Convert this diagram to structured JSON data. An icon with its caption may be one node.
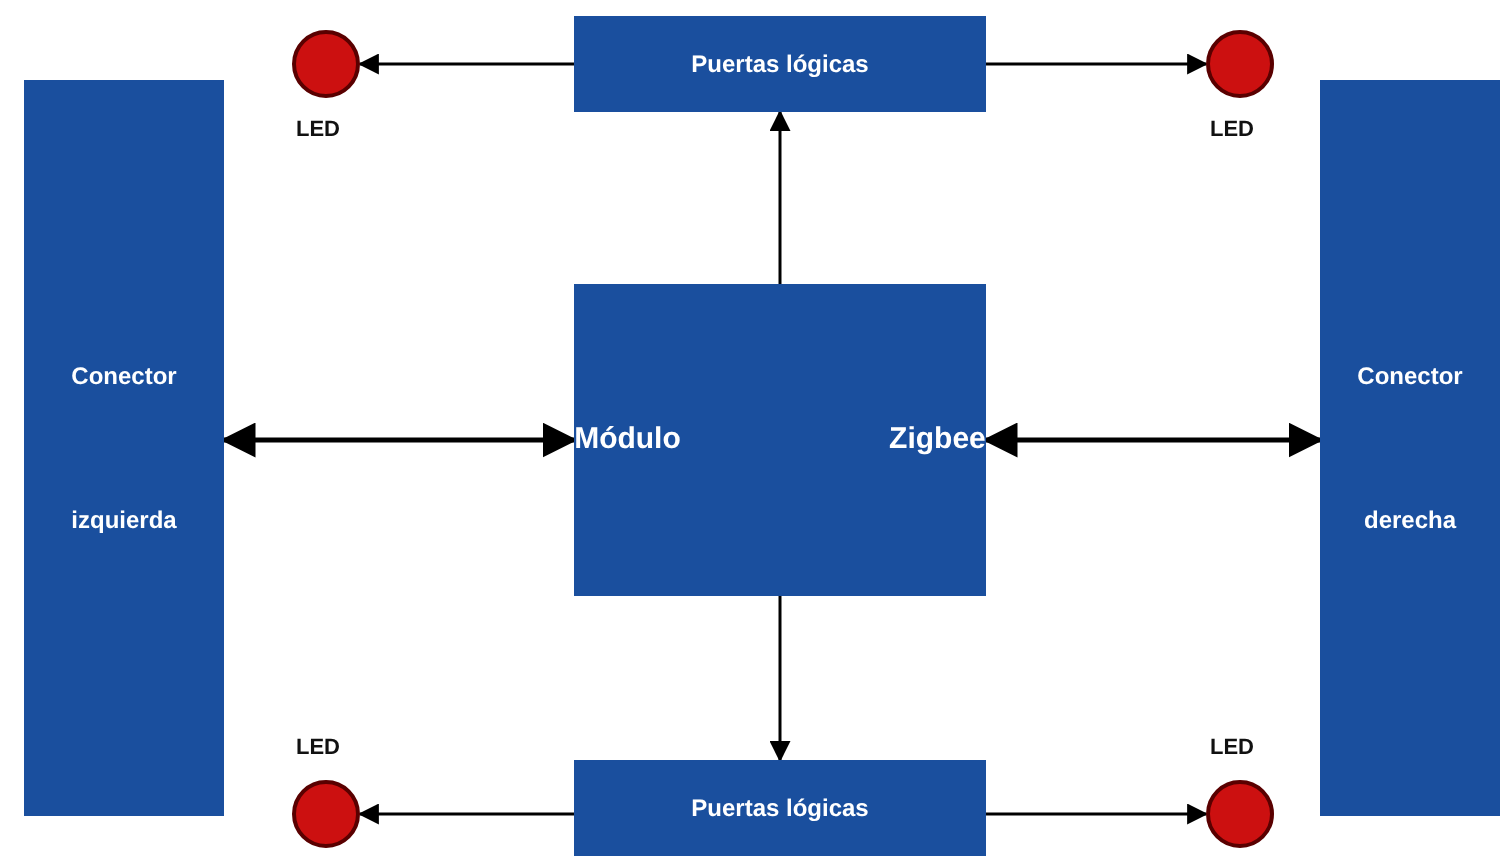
{
  "diagram": {
    "nodes": [
      {
        "text": [],
        "shape": "circle",
        "beside": [
          "LED"
        ]
      },
      {
        "text": [
          "Puertas lógicas"
        ]
      },
      {
        "text": [],
        "shape": "circle",
        "beside": [
          "LED"
        ]
      },
      {
        "text": [
          "Conector izquierda"
        ]
      },
      {
        "text": [
          "Módulo Zigbee"
        ]
      },
      {
        "text": [
          "Conector derecha"
        ]
      },
      {
        "text": [],
        "shape": "circle",
        "beside": [
          "LED"
        ]
      },
      {
        "text": [
          "Puertas lógicas"
        ]
      },
      {
        "text": [],
        "shape": "circle",
        "beside": [
          "LED"
        ]
      }
    ],
    "edges": [
      {
        "from": 1,
        "to": 0,
        "arrow": "to"
      },
      {
        "from": 1,
        "to": 2,
        "arrow": "to"
      },
      {
        "from": 4,
        "to": 1,
        "arrow": "to"
      },
      {
        "from": 3,
        "to": 4,
        "arrow": "both"
      },
      {
        "from": 4,
        "to": 5,
        "arrow": "both"
      },
      {
        "from": 4,
        "to": 7,
        "arrow": "to"
      },
      {
        "from": 7,
        "to": 6,
        "arrow": "to"
      },
      {
        "from": 7,
        "to": 8,
        "arrow": "to"
      }
    ]
  }
}
